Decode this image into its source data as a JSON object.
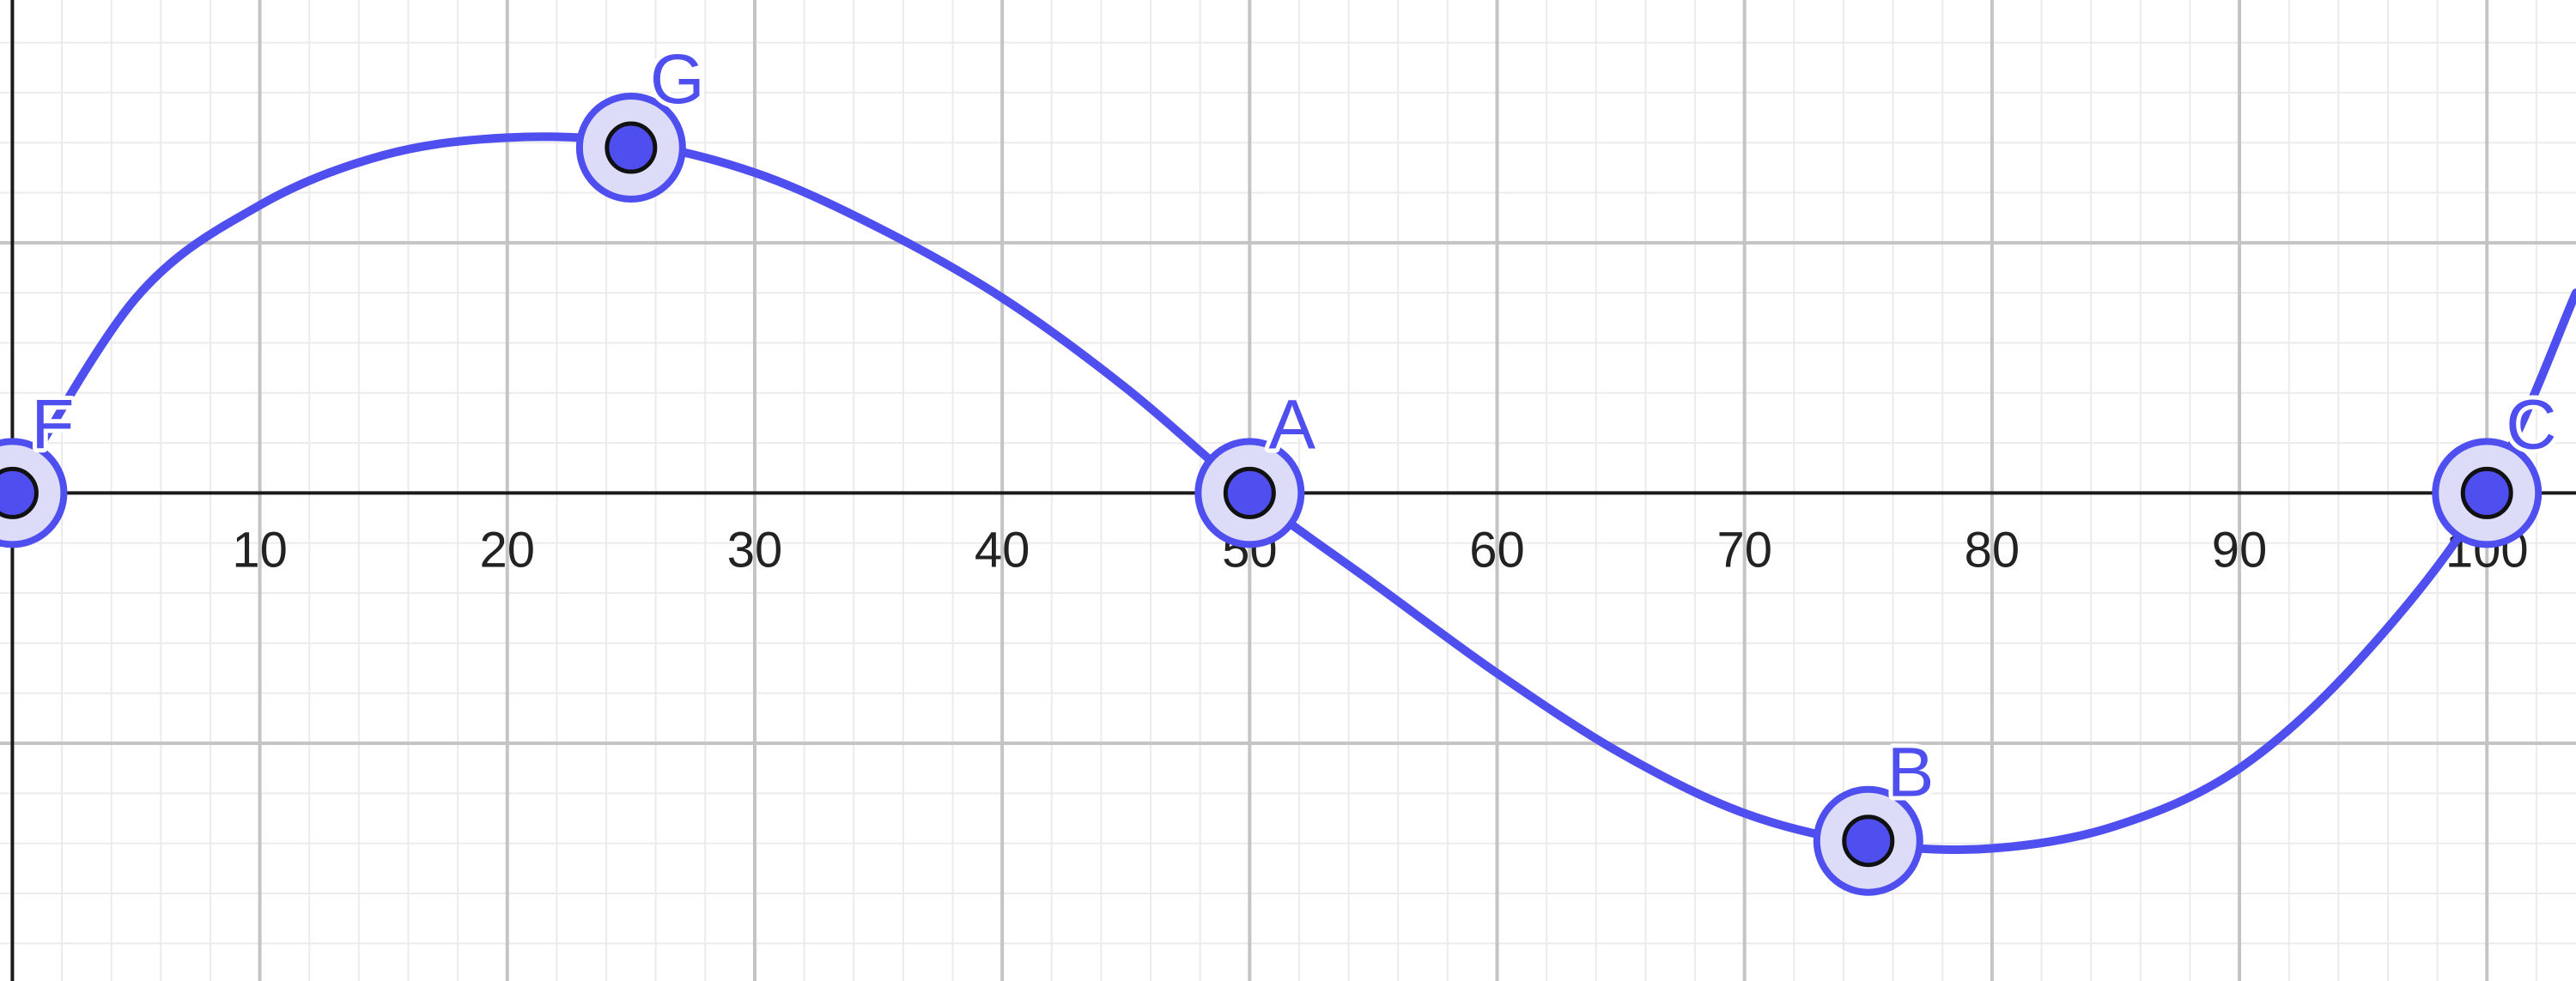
{
  "chart_data": {
    "type": "line",
    "title": "",
    "xlabel": "",
    "ylabel": "",
    "xlim": [
      -0.5,
      103.6
    ],
    "ylim": [
      -1.95,
      1.97
    ],
    "grid": true,
    "x_ticks": [
      "10",
      "20",
      "30",
      "40",
      "50",
      "60",
      "70",
      "80",
      "90",
      "100"
    ],
    "points": [
      {
        "label": "F",
        "x": 0,
        "y": 0
      },
      {
        "label": "G",
        "x": 25,
        "y": 1.38
      },
      {
        "label": "A",
        "x": 50,
        "y": 0
      },
      {
        "label": "B",
        "x": 75,
        "y": -1.39
      },
      {
        "label": "C",
        "x": 100,
        "y": 0
      }
    ],
    "series": [
      {
        "x": [
          0,
          5,
          10,
          15,
          20,
          25,
          30,
          35,
          40,
          45,
          50,
          55,
          60,
          65,
          70,
          75,
          80,
          85,
          90,
          95,
          100,
          103.6
        ],
        "values": [
          0,
          0.78,
          1.15,
          1.35,
          1.42,
          1.4,
          1.28,
          1.06,
          0.78,
          0.42,
          0,
          -0.36,
          -0.72,
          -1.04,
          -1.28,
          -1.4,
          -1.42,
          -1.33,
          -1.1,
          -0.65,
          0,
          0.8
        ]
      }
    ],
    "colors": {
      "curve": "#4f4ff0",
      "point_fill": "#4f4ff0",
      "halo_fill": "#dcdcf8",
      "axis": "#1a1a1a",
      "grid_major": "#c4c4c4",
      "grid_minor": "#ebebeb"
    }
  }
}
